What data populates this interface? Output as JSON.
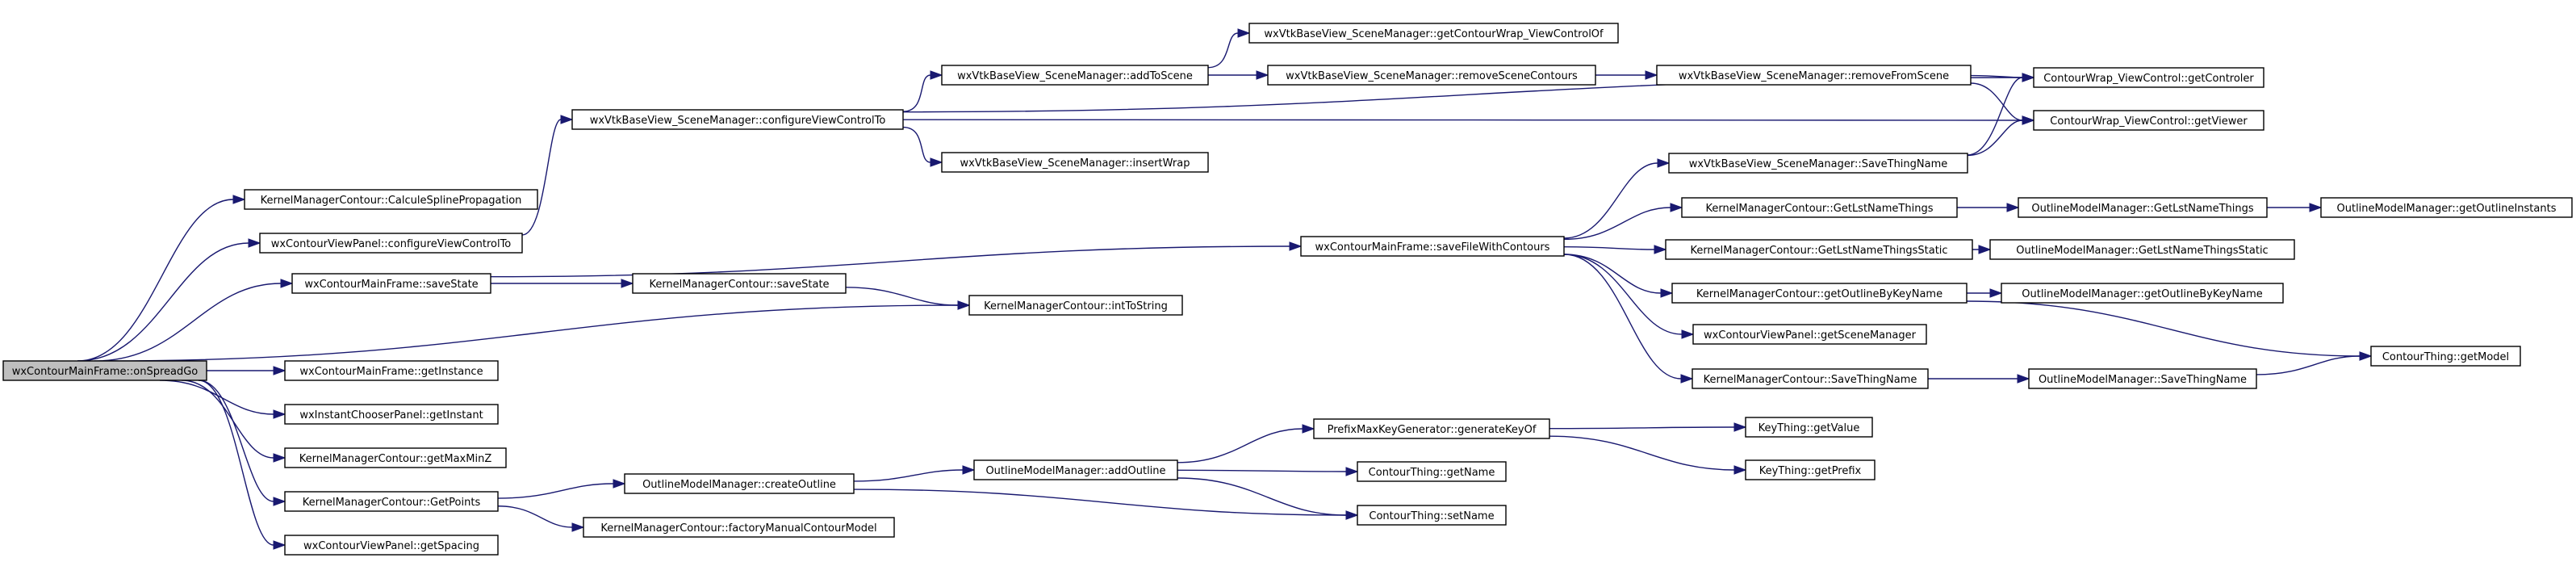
{
  "diagram": {
    "nodes": [
      {
        "id": "root",
        "label": "wxContourMainFrame::onSpreadGo"
      },
      {
        "id": "calcSpline",
        "label": "KernelManagerContour::CalculeSplinePropagation"
      },
      {
        "id": "cvpConfigure",
        "label": "wxContourViewPanel::configureViewControlTo"
      },
      {
        "id": "mfSaveState",
        "label": "wxContourMainFrame::saveState"
      },
      {
        "id": "mfGetInstance",
        "label": "wxContourMainFrame::getInstance"
      },
      {
        "id": "icpGetInstant",
        "label": "wxInstantChooserPanel::getInstant"
      },
      {
        "id": "kmcGetMaxMinZ",
        "label": "KernelManagerContour::getMaxMinZ"
      },
      {
        "id": "kmcGetPoints",
        "label": "KernelManagerContour::GetPoints"
      },
      {
        "id": "cvpGetSpacing",
        "label": "wxContourViewPanel::getSpacing"
      },
      {
        "id": "smConfigure",
        "label": "wxVtkBaseView_SceneManager::configureViewControlTo"
      },
      {
        "id": "kmcSaveState",
        "label": "KernelManagerContour::saveState"
      },
      {
        "id": "kmcIntToString",
        "label": "KernelManagerContour::intToString"
      },
      {
        "id": "mfSaveFile",
        "label": "wxContourMainFrame::saveFileWithContours"
      },
      {
        "id": "omCreateOutline",
        "label": "OutlineModelManager::createOutline"
      },
      {
        "id": "kmcFactory",
        "label": "KernelManagerContour::factoryManualContourModel"
      },
      {
        "id": "smAddToScene",
        "label": "wxVtkBaseView_SceneManager::addToScene"
      },
      {
        "id": "smInsertWrap",
        "label": "wxVtkBaseView_SceneManager::insertWrap"
      },
      {
        "id": "smGetWrapVC",
        "label": "wxVtkBaseView_SceneManager::getContourWrap_ViewControlOf"
      },
      {
        "id": "smRemoveSceneContours",
        "label": "wxVtkBaseView_SceneManager::removeSceneContours"
      },
      {
        "id": "smRemoveFromScene",
        "label": "wxVtkBaseView_SceneManager::removeFromScene"
      },
      {
        "id": "cwGetControler",
        "label": "ContourWrap_ViewControl::getControler"
      },
      {
        "id": "cwGetViewer",
        "label": "ContourWrap_ViewControl::getViewer"
      },
      {
        "id": "smSaveThingName",
        "label": "wxVtkBaseView_SceneManager::SaveThingName"
      },
      {
        "id": "kmcGetLstNameThings",
        "label": "KernelManagerContour::GetLstNameThings"
      },
      {
        "id": "kmcGetLstNameThingsStatic",
        "label": "KernelManagerContour::GetLstNameThingsStatic"
      },
      {
        "id": "kmcGetOutlineByKeyName",
        "label": "KernelManagerContour::getOutlineByKeyName"
      },
      {
        "id": "cvpGetSceneManager",
        "label": "wxContourViewPanel::getSceneManager"
      },
      {
        "id": "kmcSaveThingName",
        "label": "KernelManagerContour::SaveThingName"
      },
      {
        "id": "omGetLstNameThings",
        "label": "OutlineModelManager::GetLstNameThings"
      },
      {
        "id": "omGetOutlineInstants",
        "label": "OutlineModelManager::getOutlineInstants"
      },
      {
        "id": "omGetLstNameThingsStatic",
        "label": "OutlineModelManager::GetLstNameThingsStatic"
      },
      {
        "id": "omGetOutlineByKeyName",
        "label": "OutlineModelManager::getOutlineByKeyName"
      },
      {
        "id": "omSaveThingName",
        "label": "OutlineModelManager::SaveThingName"
      },
      {
        "id": "ctGetModel",
        "label": "ContourThing::getModel"
      },
      {
        "id": "omAddOutline",
        "label": "OutlineModelManager::addOutline"
      },
      {
        "id": "pmkGenerateKeyOf",
        "label": "PrefixMaxKeyGenerator::generateKeyOf"
      },
      {
        "id": "ctGetName",
        "label": "ContourThing::getName"
      },
      {
        "id": "ctSetName",
        "label": "ContourThing::setName"
      },
      {
        "id": "ktGetValue",
        "label": "KeyThing::getValue"
      },
      {
        "id": "ktGetPrefix",
        "label": "KeyThing::getPrefix"
      }
    ],
    "edges": [
      [
        "root",
        "calcSpline"
      ],
      [
        "root",
        "cvpConfigure"
      ],
      [
        "root",
        "mfSaveState"
      ],
      [
        "root",
        "kmcIntToString"
      ],
      [
        "root",
        "mfGetInstance"
      ],
      [
        "root",
        "icpGetInstant"
      ],
      [
        "root",
        "kmcGetMaxMinZ"
      ],
      [
        "root",
        "kmcGetPoints"
      ],
      [
        "root",
        "cvpGetSpacing"
      ],
      [
        "cvpConfigure",
        "smConfigure"
      ],
      [
        "mfSaveState",
        "kmcSaveState"
      ],
      [
        "mfSaveState",
        "mfSaveFile"
      ],
      [
        "kmcSaveState",
        "kmcIntToString"
      ],
      [
        "kmcGetPoints",
        "omCreateOutline"
      ],
      [
        "kmcGetPoints",
        "kmcFactory"
      ],
      [
        "smConfigure",
        "smAddToScene"
      ],
      [
        "smConfigure",
        "smInsertWrap"
      ],
      [
        "smConfigure",
        "cwGetControler"
      ],
      [
        "smConfigure",
        "cwGetViewer"
      ],
      [
        "smAddToScene",
        "smGetWrapVC"
      ],
      [
        "smAddToScene",
        "smRemoveSceneContours"
      ],
      [
        "smRemoveSceneContours",
        "smRemoveFromScene"
      ],
      [
        "smRemoveFromScene",
        "cwGetControler"
      ],
      [
        "smRemoveFromScene",
        "cwGetViewer"
      ],
      [
        "smSaveThingName",
        "cwGetControler"
      ],
      [
        "smSaveThingName",
        "cwGetViewer"
      ],
      [
        "mfSaveFile",
        "smSaveThingName"
      ],
      [
        "mfSaveFile",
        "kmcGetLstNameThings"
      ],
      [
        "mfSaveFile",
        "kmcGetLstNameThingsStatic"
      ],
      [
        "mfSaveFile",
        "kmcGetOutlineByKeyName"
      ],
      [
        "mfSaveFile",
        "cvpGetSceneManager"
      ],
      [
        "mfSaveFile",
        "kmcSaveThingName"
      ],
      [
        "kmcGetLstNameThings",
        "omGetLstNameThings"
      ],
      [
        "omGetLstNameThings",
        "omGetOutlineInstants"
      ],
      [
        "kmcGetLstNameThingsStatic",
        "omGetLstNameThingsStatic"
      ],
      [
        "kmcGetOutlineByKeyName",
        "omGetOutlineByKeyName"
      ],
      [
        "kmcGetOutlineByKeyName",
        "ctGetModel"
      ],
      [
        "kmcSaveThingName",
        "omSaveThingName"
      ],
      [
        "omSaveThingName",
        "ctGetModel"
      ],
      [
        "omCreateOutline",
        "omAddOutline"
      ],
      [
        "omCreateOutline",
        "ctSetName"
      ],
      [
        "omAddOutline",
        "pmkGenerateKeyOf"
      ],
      [
        "omAddOutline",
        "ctGetName"
      ],
      [
        "omAddOutline",
        "ctSetName"
      ],
      [
        "pmkGenerateKeyOf",
        "ktGetValue"
      ],
      [
        "pmkGenerateKeyOf",
        "ktGetPrefix"
      ]
    ]
  }
}
